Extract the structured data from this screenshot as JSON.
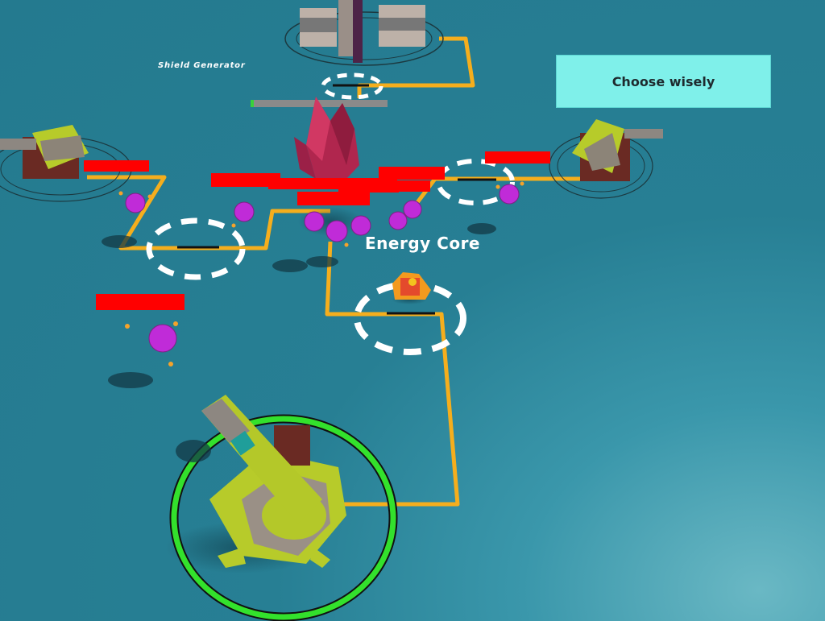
{
  "hud": {
    "message": "Choose wisely"
  },
  "labels": {
    "energy_core": "Energy Core",
    "shield_generator": "Shield Generator"
  },
  "colors": {
    "ground": "#277f94",
    "path": "#f5ae1d",
    "hud_background": "#7ff0ea",
    "enemy_health_bar": "#ff0000",
    "enemy": "#c02bd8",
    "crystal": "#b0264e",
    "player_range_ring": "#33e12c"
  },
  "icons": [
    "turret-icon",
    "crystal-icon",
    "enemy-virus-icon",
    "shield-generator-icon",
    "robot-icon"
  ]
}
